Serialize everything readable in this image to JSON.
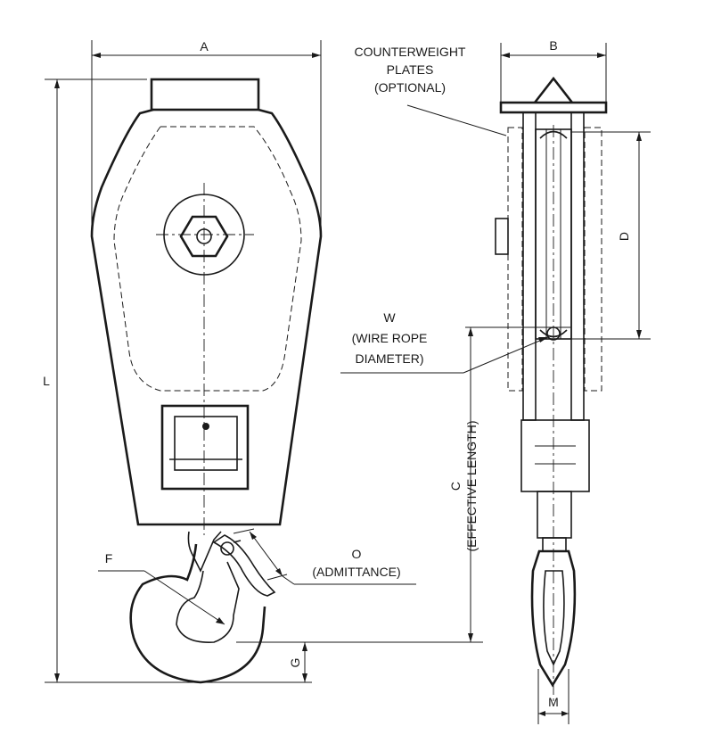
{
  "labels": {
    "A": "A",
    "B": "B",
    "L": "L",
    "D": "D",
    "F": "F",
    "G": "G",
    "M": "M",
    "O": "O",
    "admittance": "(ADMITTANCE)",
    "W": "W",
    "wire_rope": "(WIRE ROPE",
    "diameter": "DIAMETER)",
    "counterweight": "COUNTERWEIGHT",
    "plates": "PLATES",
    "optional": "(OPTIONAL)",
    "C": "C",
    "effective_length": "(EFFECTIVE LENGTH)"
  }
}
